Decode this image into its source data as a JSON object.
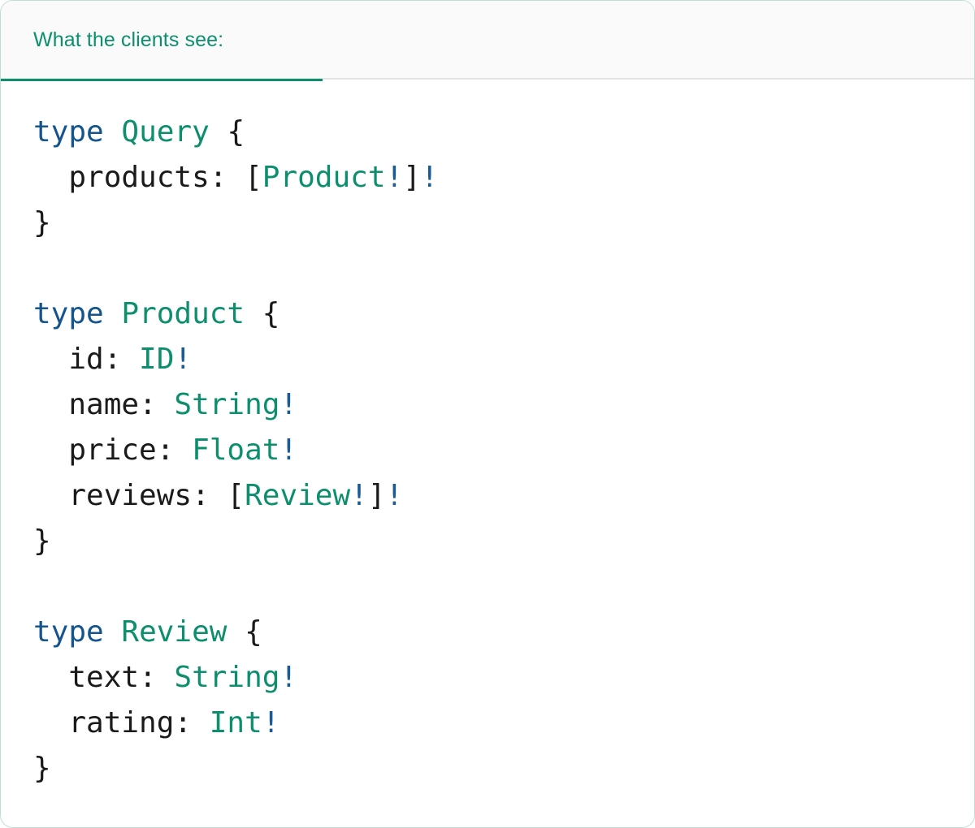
{
  "card": {
    "border_color": "#bfded2",
    "background": "#ffffff"
  },
  "header": {
    "background": "#fafafa",
    "active_tab": {
      "label": "What the clients see:",
      "color": "#0d8f6e",
      "underline_color": "#0d8f6e"
    }
  },
  "syntax_colors": {
    "keyword": "#15548c",
    "type_name": "#0d8f6e",
    "punctuation": "#1a1a1a",
    "field_name": "#1a1a1a",
    "non_null_bang": "#1a5b96"
  },
  "code": {
    "language": "graphql",
    "raw": "type Query {\n  products: [Product!]!\n}\n\ntype Product {\n  id: ID!\n  name: String!\n  price: Float!\n  reviews: [Review!]!\n}\n\ntype Review {\n  text: String!\n  rating: Int!\n}",
    "lines": [
      {
        "tokens": [
          {
            "text": "type",
            "kind": "keyword"
          },
          {
            "text": " ",
            "kind": "plain"
          },
          {
            "text": "Query",
            "kind": "type_name"
          },
          {
            "text": " ",
            "kind": "plain"
          },
          {
            "text": "{",
            "kind": "punctuation"
          }
        ]
      },
      {
        "tokens": [
          {
            "text": "  products: ",
            "kind": "field_name"
          },
          {
            "text": "[",
            "kind": "punctuation"
          },
          {
            "text": "Product",
            "kind": "type_name"
          },
          {
            "text": "!",
            "kind": "bang"
          },
          {
            "text": "]",
            "kind": "punctuation"
          },
          {
            "text": "!",
            "kind": "bang"
          }
        ]
      },
      {
        "tokens": [
          {
            "text": "}",
            "kind": "punctuation"
          }
        ]
      },
      {
        "tokens": []
      },
      {
        "tokens": [
          {
            "text": "type",
            "kind": "keyword"
          },
          {
            "text": " ",
            "kind": "plain"
          },
          {
            "text": "Product",
            "kind": "type_name"
          },
          {
            "text": " ",
            "kind": "plain"
          },
          {
            "text": "{",
            "kind": "punctuation"
          }
        ]
      },
      {
        "tokens": [
          {
            "text": "  id: ",
            "kind": "field_name"
          },
          {
            "text": "ID",
            "kind": "type_name"
          },
          {
            "text": "!",
            "kind": "bang"
          }
        ]
      },
      {
        "tokens": [
          {
            "text": "  name: ",
            "kind": "field_name"
          },
          {
            "text": "String",
            "kind": "type_name"
          },
          {
            "text": "!",
            "kind": "bang"
          }
        ]
      },
      {
        "tokens": [
          {
            "text": "  price: ",
            "kind": "field_name"
          },
          {
            "text": "Float",
            "kind": "type_name"
          },
          {
            "text": "!",
            "kind": "bang"
          }
        ]
      },
      {
        "tokens": [
          {
            "text": "  reviews: ",
            "kind": "field_name"
          },
          {
            "text": "[",
            "kind": "punctuation"
          },
          {
            "text": "Review",
            "kind": "type_name"
          },
          {
            "text": "!",
            "kind": "bang"
          },
          {
            "text": "]",
            "kind": "punctuation"
          },
          {
            "text": "!",
            "kind": "bang"
          }
        ]
      },
      {
        "tokens": [
          {
            "text": "}",
            "kind": "punctuation"
          }
        ]
      },
      {
        "tokens": []
      },
      {
        "tokens": [
          {
            "text": "type",
            "kind": "keyword"
          },
          {
            "text": " ",
            "kind": "plain"
          },
          {
            "text": "Review",
            "kind": "type_name"
          },
          {
            "text": " ",
            "kind": "plain"
          },
          {
            "text": "{",
            "kind": "punctuation"
          }
        ]
      },
      {
        "tokens": [
          {
            "text": "  text: ",
            "kind": "field_name"
          },
          {
            "text": "String",
            "kind": "type_name"
          },
          {
            "text": "!",
            "kind": "bang"
          }
        ]
      },
      {
        "tokens": [
          {
            "text": "  rating: ",
            "kind": "field_name"
          },
          {
            "text": "Int",
            "kind": "type_name"
          },
          {
            "text": "!",
            "kind": "bang"
          }
        ]
      },
      {
        "tokens": [
          {
            "text": "}",
            "kind": "punctuation"
          }
        ]
      }
    ]
  }
}
